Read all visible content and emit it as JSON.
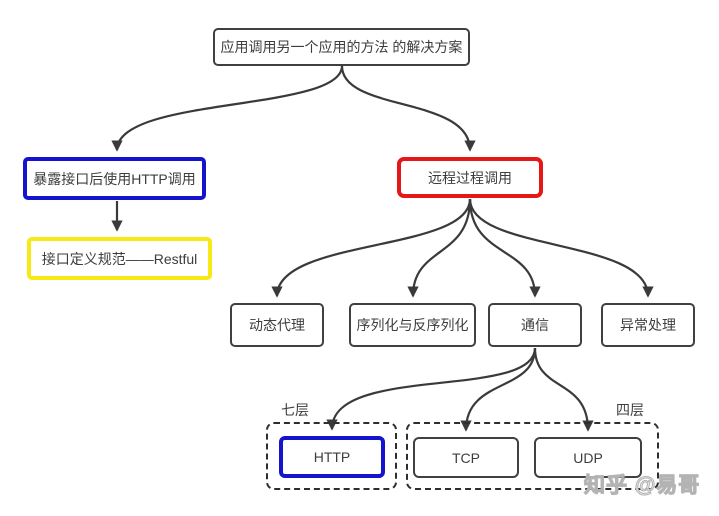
{
  "diagram": {
    "nodes": {
      "root": {
        "label": "应用调用另一个应用的方法 的解决方案"
      },
      "http_call": {
        "label": "暴露接口后使用HTTP调用"
      },
      "restful": {
        "label": "接口定义规范——Restful"
      },
      "rpc": {
        "label": "远程过程调用"
      },
      "dynamic_proxy": {
        "label": "动态代理"
      },
      "serialization": {
        "label": "序列化与反序列化"
      },
      "communication": {
        "label": "通信"
      },
      "exception": {
        "label": "异常处理"
      },
      "http": {
        "label": "HTTP"
      },
      "tcp": {
        "label": "TCP"
      },
      "udp": {
        "label": "UDP"
      }
    },
    "groups": {
      "seven_layer": {
        "label": "七层"
      },
      "four_layer": {
        "label": "四层"
      }
    },
    "edges": [
      {
        "from": "root",
        "to": "http_call"
      },
      {
        "from": "root",
        "to": "rpc"
      },
      {
        "from": "http_call",
        "to": "restful"
      },
      {
        "from": "rpc",
        "to": "dynamic_proxy"
      },
      {
        "from": "rpc",
        "to": "serialization"
      },
      {
        "from": "rpc",
        "to": "communication"
      },
      {
        "from": "rpc",
        "to": "exception"
      },
      {
        "from": "communication",
        "to": "http"
      },
      {
        "from": "communication",
        "to": "tcp"
      },
      {
        "from": "communication",
        "to": "udp"
      }
    ],
    "watermark": "知乎 @易哥",
    "colors": {
      "blue": "#1414cd",
      "red": "#e51717",
      "yellow": "#f6e915",
      "line": "#3a3a3a",
      "box_border": "#404040",
      "text": "#3d3d3d"
    }
  }
}
